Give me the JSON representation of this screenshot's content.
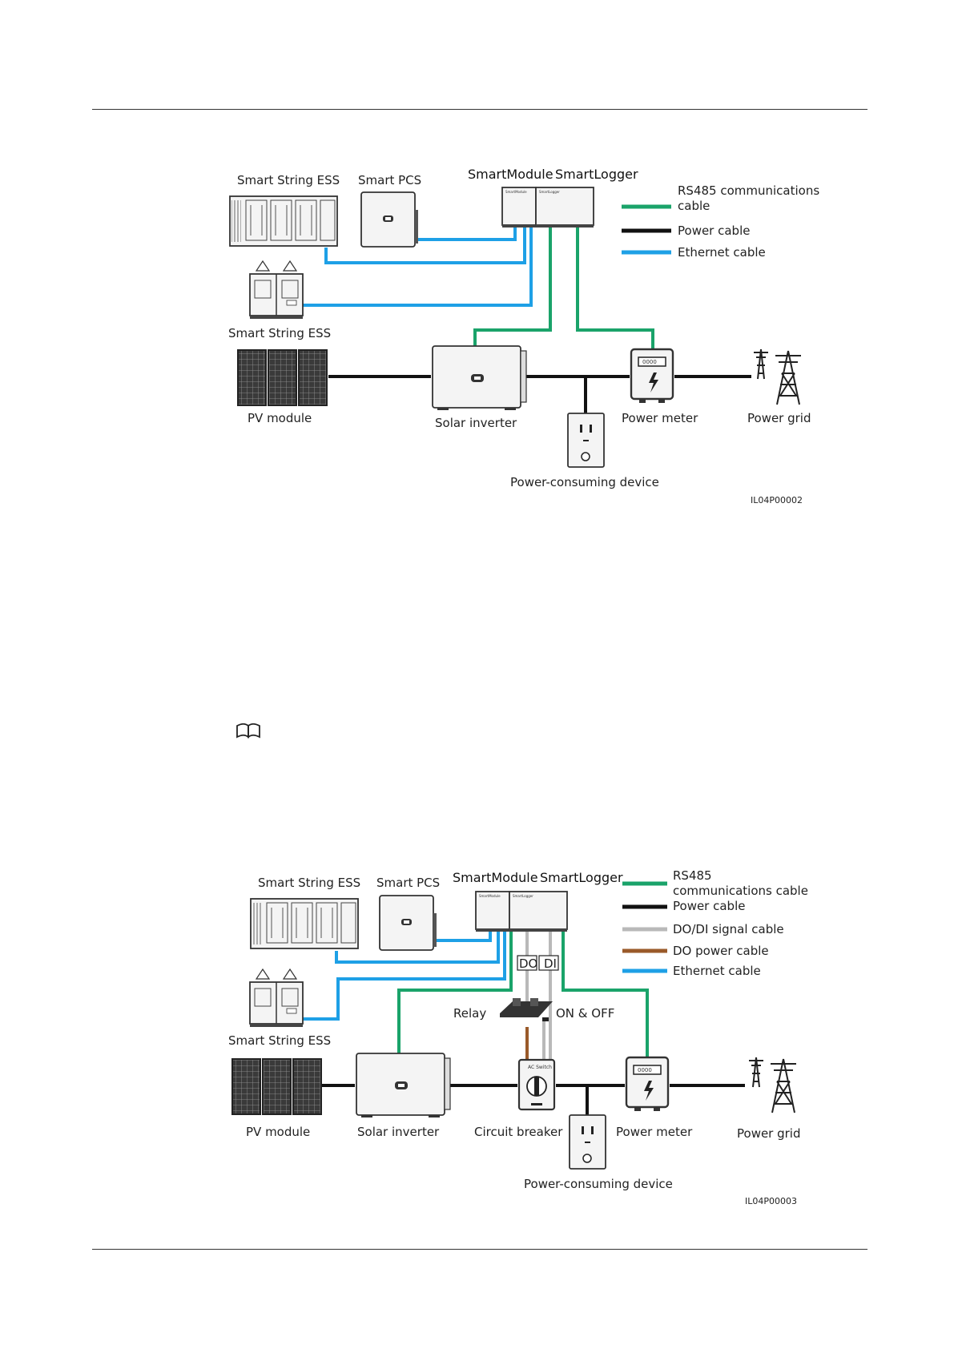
{
  "figure_top": {
    "labels": {
      "ess_top": "Smart String ESS",
      "pcs": "Smart PCS",
      "smartmodule": "SmartModule",
      "smartlogger": "SmartLogger",
      "ess_bottom": "Smart String ESS",
      "pv": "PV module",
      "inverter": "Solar inverter",
      "meter": "Power meter",
      "grid": "Power grid",
      "consumer": "Power-consuming device"
    },
    "legend": {
      "rs485_line1": "RS485 communications",
      "rs485_line2": "cable",
      "power": "Power cable",
      "ethernet": "Ethernet cable"
    },
    "code": "IL04P00002"
  },
  "figure_bottom": {
    "labels": {
      "ess_top": "Smart String ESS",
      "pcs": "Smart PCS",
      "smartmodule": "SmartModule",
      "smartlogger": "SmartLogger",
      "ess_bottom": "Smart String ESS",
      "do": "DO",
      "di": "DI",
      "relay": "Relay",
      "onoff": "ON & OFF",
      "ac_switch": "AC Switch",
      "pv": "PV module",
      "inverter": "Solar inverter",
      "breaker": "Circuit breaker",
      "meter": "Power meter",
      "grid": "Power grid",
      "consumer": "Power-consuming device"
    },
    "legend": {
      "rs485_line1": "RS485",
      "rs485_line2": "communications cable",
      "power": "Power cable",
      "dodi": "DO/DI signal cable",
      "dopower": "DO power cable",
      "ethernet": "Ethernet cable"
    },
    "code": "IL04P00003"
  },
  "colors": {
    "rs485": "#1aa36a",
    "power": "#111111",
    "ethernet": "#1ea0e6",
    "dodi": "#b9b9b9",
    "dopower": "#9a5a2a"
  },
  "icons": {
    "note": "book-icon"
  }
}
